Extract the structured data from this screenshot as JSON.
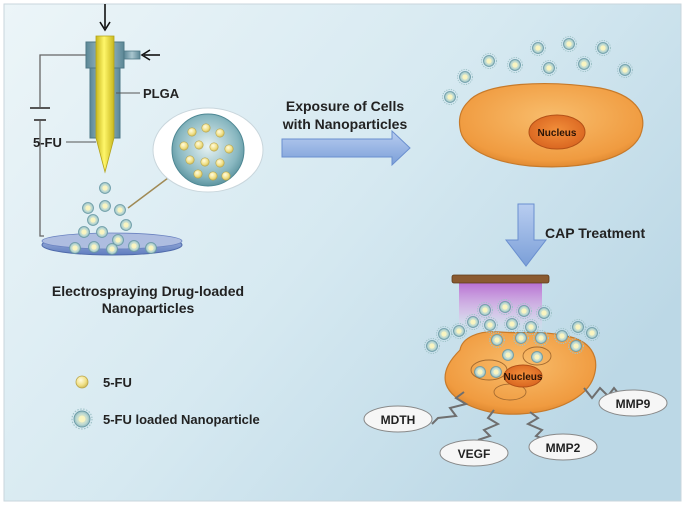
{
  "labels": {
    "plga": "PLGA",
    "fu_drug": "5-FU",
    "electro_line1": "Electrospraying Drug-loaded",
    "electro_line2": "Nanoparticles",
    "exposure_line1": "Exposure of Cells",
    "exposure_line2": "with Nanoparticles",
    "nucleus_top": "Nucleus",
    "nucleus_bottom": "Nucleus",
    "cap": "CAP Treatment"
  },
  "legend": {
    "drug": "5-FU",
    "nanoparticle": "5-FU loaded Nanoparticle"
  },
  "markers": {
    "mdth": "MDTH",
    "vegf": "VEGF",
    "mmp2": "MMP2",
    "mmp9": "MMP9"
  },
  "colors": {
    "background_left": "#e6f1f6",
    "background_right": "#c6dfea",
    "needle_yellow": "#f0e43a",
    "cell_orange": "#f2a24a",
    "nucleus_orange": "#e87a2a",
    "arrow_blue": "#8fb0e0",
    "plasma_pink": "#c98ad8",
    "electrode_brown": "#8a5a30",
    "plate_blue": "#7b95cc",
    "particle_core": "#f3e7a0",
    "particle_shell": "#a9cdd0"
  }
}
